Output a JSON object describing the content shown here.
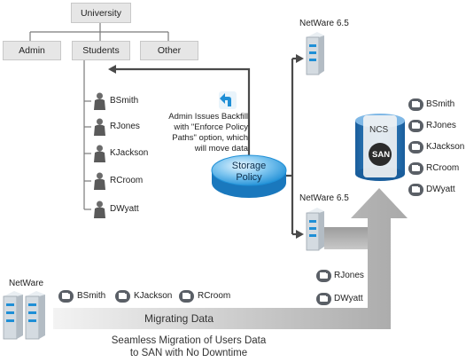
{
  "tree": {
    "root": "University",
    "children": [
      "Admin",
      "Students",
      "Other"
    ]
  },
  "students": [
    "BSmith",
    "RJones",
    "KJackson",
    "RCroom",
    "DWyatt"
  ],
  "policy_note": [
    "Admin Issues Backfill",
    "with \"Enforce Policy",
    "Paths\" option, which",
    "will move data"
  ],
  "storage_policy": [
    "Storage",
    "Policy"
  ],
  "servers": {
    "top_netware": "NetWare 6.5",
    "bottom_netware": "NetWare 6.5",
    "legacy_netware": "NetWare"
  },
  "san": {
    "ncs_label": "NCS",
    "san_label": "SAN"
  },
  "san_folders": [
    "BSmith",
    "RJones",
    "KJackson",
    "RCroom",
    "DWyatt"
  ],
  "bottom_server_folders": [
    "RJones",
    "DWyatt"
  ],
  "legacy_folders": [
    "BSmith",
    "KJackson",
    "RCroom"
  ],
  "migration": {
    "arrow_label": "Migrating Data",
    "caption_line1": "Seamless Migration of Users Data",
    "caption_line2": "to SAN with No Downtime"
  },
  "colors": {
    "accent_blue": "#1f8fd6",
    "san_blue": "#2a6fb0",
    "arrow_gray": "#b9b9b9",
    "box_gray": "#e6e6e6"
  },
  "icons": [
    "folder-icon",
    "user-icon",
    "server-icon",
    "undo-arrow-icon"
  ]
}
